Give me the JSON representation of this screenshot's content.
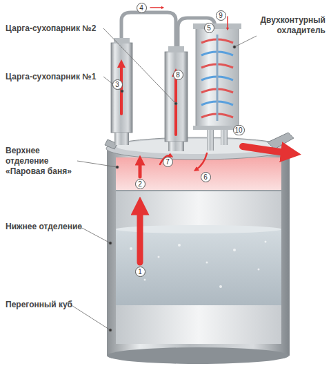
{
  "diagram": {
    "nodes": [
      {
        "text": [
          "4"
        ]
      },
      {
        "text": [
          "9"
        ]
      },
      {
        "text": [
          "5"
        ]
      },
      {
        "text": [
          "8"
        ]
      },
      {
        "text": [
          "3"
        ]
      },
      {
        "text": [
          "10"
        ]
      },
      {
        "text": [
          "7"
        ]
      },
      {
        "text": [
          "6"
        ]
      },
      {
        "text": [
          "2"
        ]
      },
      {
        "text": [
          "1"
        ]
      }
    ],
    "labels": [
      "Царга-сухопарник №2",
      "Двухконтурный охладитель",
      "Царга-сухопарник №1",
      "Верхнее отделение «Паровая баня»",
      "Нижнее отделение",
      "Перегонный куб"
    ]
  }
}
